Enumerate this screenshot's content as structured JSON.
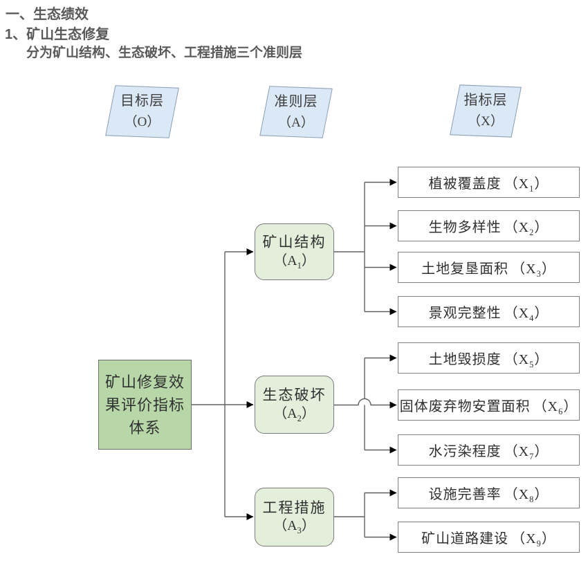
{
  "heading": {
    "line1": "一、生态绩效",
    "line2": "1、矿山生态修复",
    "line3": "分为矿山结构、生态破坏、工程措施三个准则层"
  },
  "layer_headers": [
    {
      "name": "目标层",
      "code": "（O）"
    },
    {
      "name": "准则层",
      "code": "（A）"
    },
    {
      "name": "指标层",
      "code": "（X）"
    }
  ],
  "goal_node": {
    "label": "矿山修复效果评价指标体系"
  },
  "criteria_nodes": [
    {
      "label": "矿山结构",
      "sym_pre": "（A",
      "sym_sub": "1",
      "sym_suf": "）"
    },
    {
      "label": "生态破坏",
      "sym_pre": "（A",
      "sym_sub": "2",
      "sym_suf": "）"
    },
    {
      "label": "工程措施",
      "sym_pre": "（A",
      "sym_sub": "3",
      "sym_suf": "）"
    }
  ],
  "indicator_nodes": [
    {
      "label": "植被覆盖度",
      "sym_pre": "（X",
      "sym_sub": "1",
      "sym_suf": "）"
    },
    {
      "label": "生物多样性",
      "sym_pre": "（X",
      "sym_sub": "2",
      "sym_suf": "）"
    },
    {
      "label": "土地复垦面积",
      "sym_pre": "（X",
      "sym_sub": "3",
      "sym_suf": "）"
    },
    {
      "label": "景观完整性",
      "sym_pre": "（X",
      "sym_sub": "4",
      "sym_suf": "）"
    },
    {
      "label": "土地毁损度",
      "sym_pre": "（X",
      "sym_sub": "5",
      "sym_suf": "）"
    },
    {
      "label": "固体废弃物安置面积",
      "sym_pre": "（X",
      "sym_sub": "6",
      "sym_suf": "）"
    },
    {
      "label": "水污染程度",
      "sym_pre": "（X",
      "sym_sub": "7",
      "sym_suf": "）"
    },
    {
      "label": "设施完善率",
      "sym_pre": "（X",
      "sym_sub": "8",
      "sym_suf": "）"
    },
    {
      "label": "矿山道路建设",
      "sym_pre": "（X",
      "sym_sub": "9",
      "sym_suf": "）"
    }
  ],
  "colors": {
    "heading_text": "#595959",
    "goal_fill": "#b7d7a9",
    "criteria_fill": "#e3efda",
    "indicator_fill": "#ffffff",
    "layer_fill": "#dbe9f6",
    "layer_border": "#8a9db5",
    "node_border": "#6e6e6e",
    "line": "#606060",
    "arrow": "#000000"
  }
}
